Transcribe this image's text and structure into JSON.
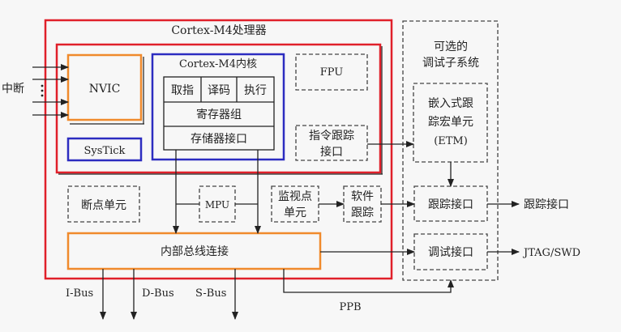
{
  "processor": {
    "title": "Cortex-M4处理器"
  },
  "core": {
    "title": "Cortex-M4内核",
    "pipeline": [
      "取指",
      "译码",
      "执行"
    ],
    "register_bank": "寄存器组",
    "memory_interface": "存储器接口"
  },
  "blocks": {
    "nvic": "NVIC",
    "systick": "SysTick",
    "fpu": "FPU",
    "instr_trace": [
      "指令跟踪",
      "接口"
    ],
    "breakpoint": "断点单元",
    "mpu": "MPU",
    "watchpoint": [
      "监视点",
      "单元"
    ],
    "sw_trace": [
      "软件",
      "跟踪"
    ],
    "bus_interconnect": "内部总线连接"
  },
  "debug_subsystem": {
    "title": [
      "可选的",
      "调试子系统"
    ],
    "etm": [
      "嵌入式跟",
      "踪宏单元",
      "(ETM)"
    ],
    "trace_port": "跟踪接口",
    "debug_port": "调试接口"
  },
  "signals": {
    "interrupt": "中断",
    "trace_out": "跟踪接口",
    "jtag_out": "JTAG/SWD",
    "ibus": "I-Bus",
    "dbus": "D-Bus",
    "sbus": "S-Bus",
    "ppb": "PPB"
  },
  "colors": {
    "processor_border": "#e0202a",
    "nvic_border": "#f08a2c",
    "systick_border": "#2c2cc0",
    "core_border": "#2c2cc0",
    "bus_border": "#f08a2c",
    "line": "#222222"
  }
}
